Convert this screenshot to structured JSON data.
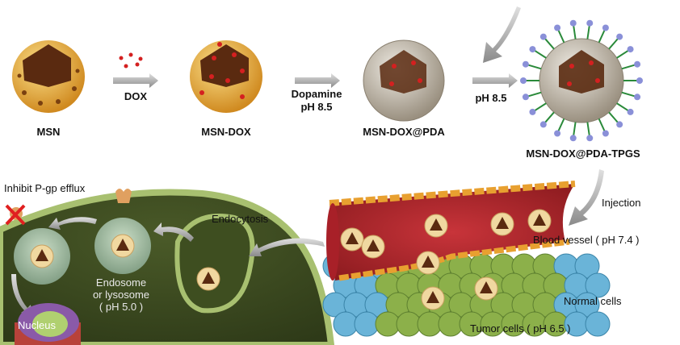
{
  "top_row": {
    "msn_label": "MSN",
    "dox_step_label": "DOX",
    "msn_dox_label": "MSN-DOX",
    "dopamine_label": "Dopamine",
    "dopamine_ph_label": "pH 8.5",
    "msn_dox_pda_label": "MSN-DOX@PDA",
    "tpgs_ph_label": "pH 8.5",
    "msn_dox_pda_tpgs_label": "MSN-DOX@PDA-TPGS"
  },
  "bottom_left": {
    "inhibit_label": "Inhibit P-gp efflux",
    "endocytosis_label": "Endocytosis",
    "endosome_line1": "Endosome",
    "endosome_line2": "or lysosome",
    "endosome_line3": "( pH 5.0 )",
    "nucleus_label": "Nucleus"
  },
  "bottom_right": {
    "injection_label": "Injection",
    "blood_vessel_label": "Blood vessel ( pH 7.4 )",
    "normal_cells_label": "Normal cells",
    "tumor_cells_label": "Tumor cells ( pH 6.5 )"
  },
  "colors": {
    "msn": "#e8b040",
    "core": "#5a2a10",
    "dox": "#d42020",
    "pda": "#c8c0b0",
    "tpgs_chain": "#2a8a3a",
    "tpgs_head": "#8a90d8",
    "cell": "#5b6b30",
    "vessel": "#b8262c",
    "tumor": "#8cb04a",
    "normal": "#6ab4d8"
  }
}
